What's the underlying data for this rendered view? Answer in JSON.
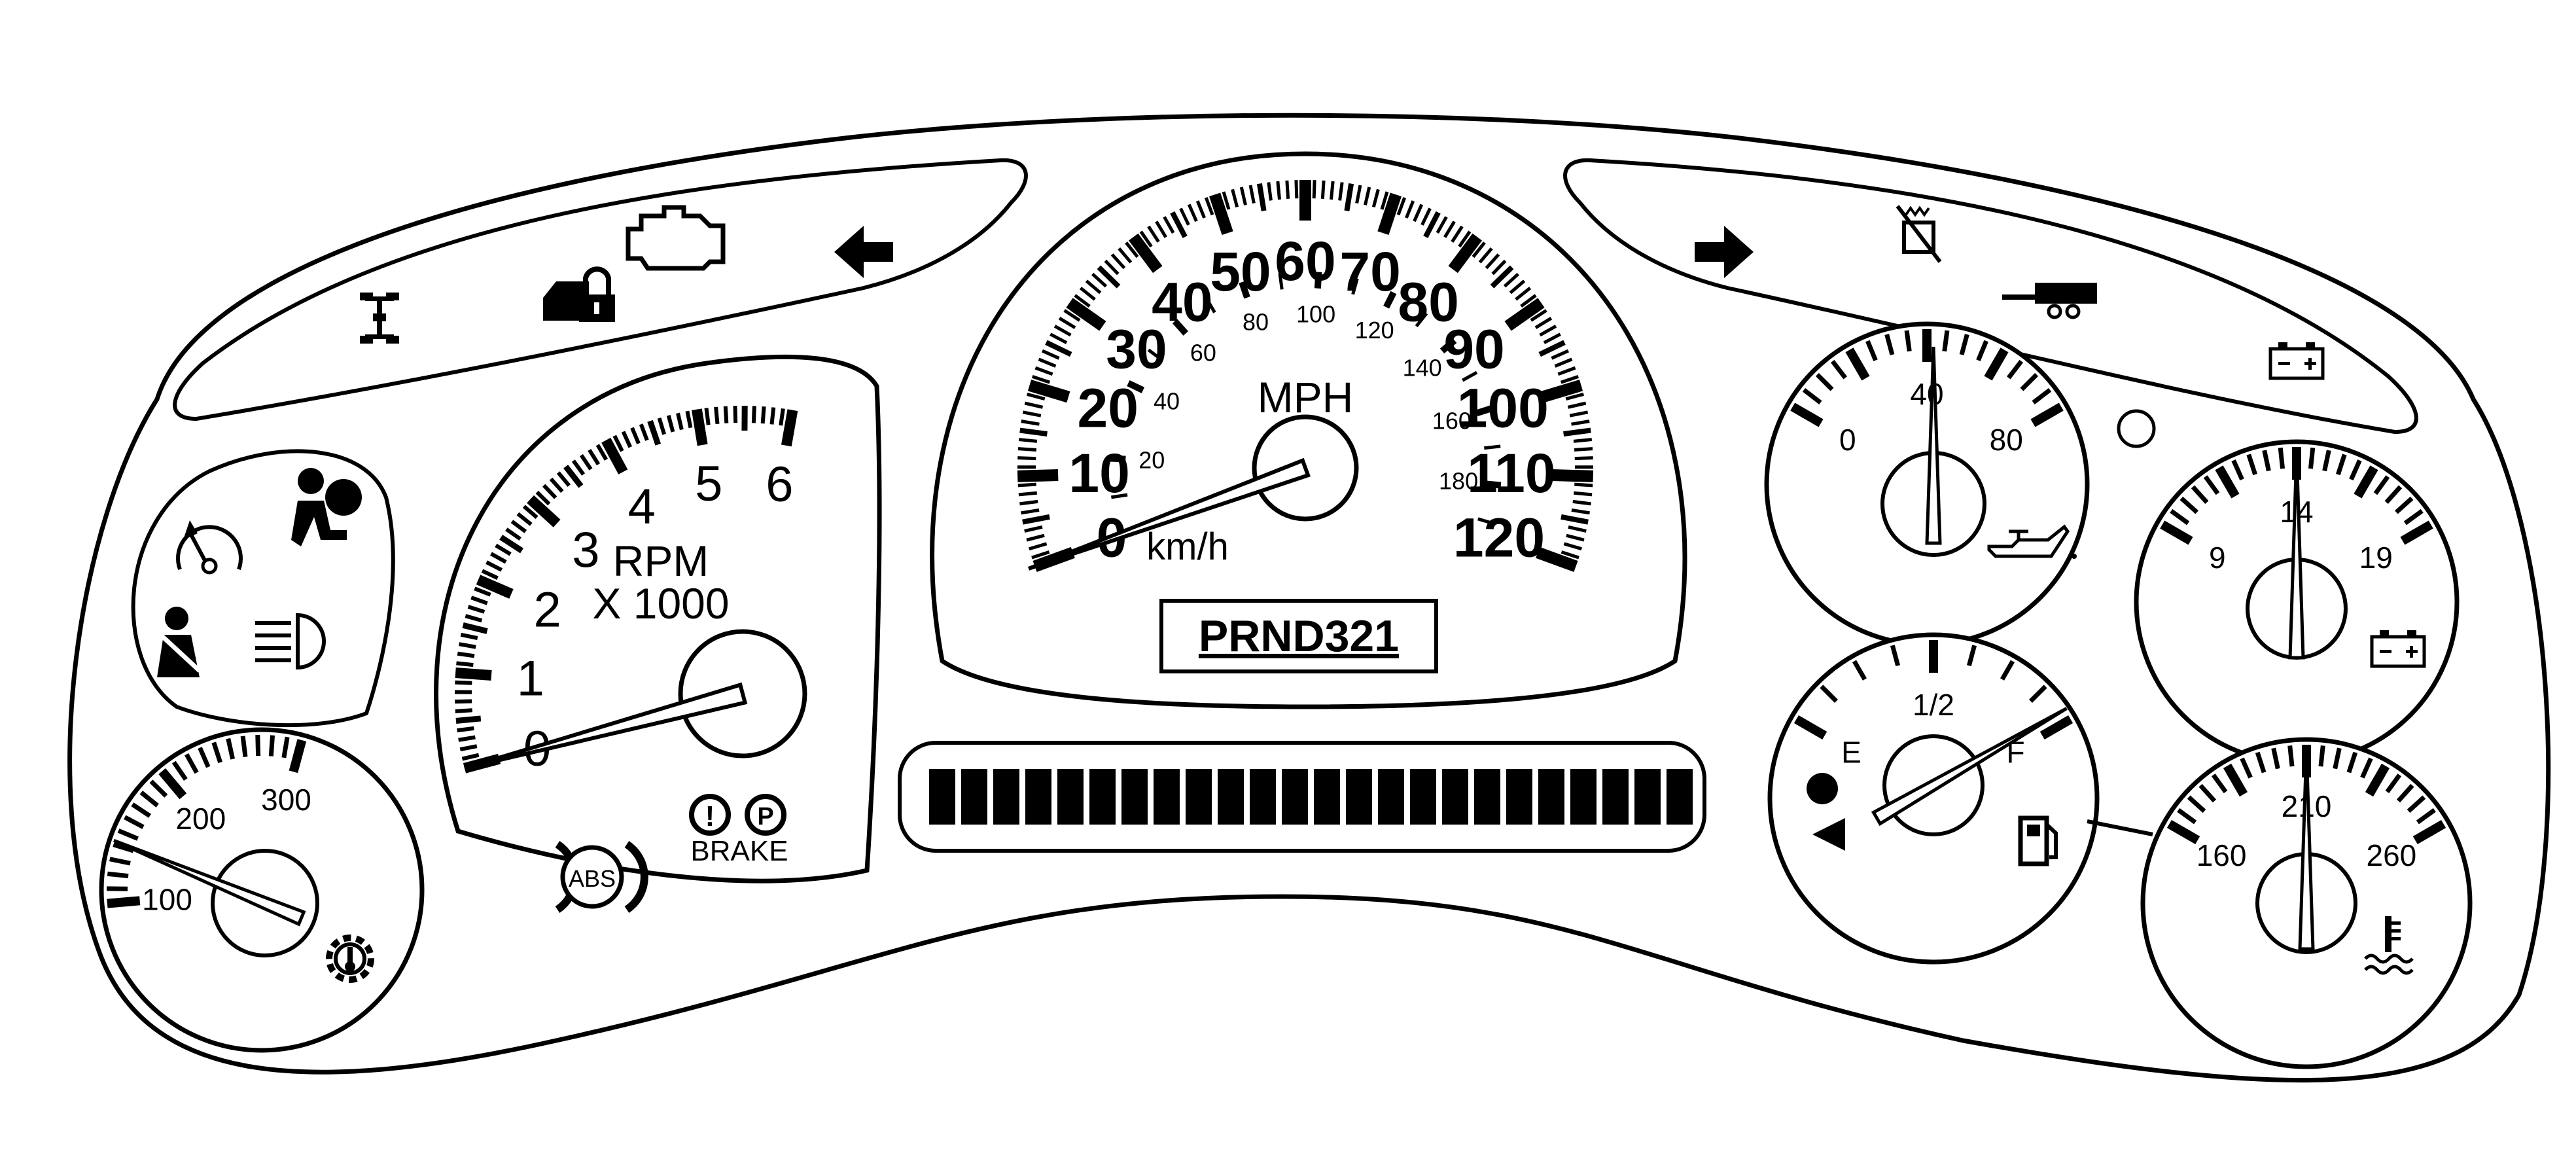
{
  "speedometer": {
    "unit_label": "MPH",
    "secondary_unit_label": "km/h",
    "mph_labels": [
      "0",
      "10",
      "20",
      "30",
      "40",
      "50",
      "60",
      "70",
      "80",
      "90",
      "100",
      "110",
      "120"
    ],
    "kmh_labels": [
      "20",
      "40",
      "60",
      "80",
      "100",
      "120",
      "140",
      "160",
      "180"
    ],
    "needle_value_mph": 0
  },
  "tachometer": {
    "unit_label": "RPM",
    "multiplier_label": "X 1000",
    "labels": [
      "0",
      "1",
      "2",
      "3",
      "4",
      "5",
      "6"
    ],
    "needle_value": 0
  },
  "gear_indicator": {
    "text": "PRND321"
  },
  "oil_pressure_gauge": {
    "labels": [
      "0",
      "40",
      "80"
    ],
    "needle_value": 40
  },
  "voltmeter": {
    "labels": [
      "9",
      "14",
      "19"
    ],
    "needle_value": 14
  },
  "fuel_gauge": {
    "labels": [
      "E",
      "1/2",
      "F"
    ],
    "needle_value": 1.0
  },
  "coolant_temp_gauge": {
    "labels": [
      "160",
      "210",
      "260"
    ],
    "needle_value": 210
  },
  "trans_temp_gauge": {
    "labels": [
      "100",
      "200",
      "300"
    ],
    "needle_value": 150
  },
  "warning_lights": {
    "abs_label": "ABS",
    "brake_label": "BRAKE",
    "brake_symbols": [
      "!",
      "P"
    ]
  },
  "icons": [
    "four-wheel-drive-icon",
    "security-lock-icon",
    "check-engine-icon",
    "left-turn-signal-icon",
    "right-turn-signal-icon",
    "service-throttle-icon",
    "trailer-icon",
    "battery-icon",
    "cruise-control-icon",
    "airbag-icon",
    "seatbelt-icon",
    "high-beam-icon",
    "trans-temp-icon",
    "oil-can-icon",
    "fuel-pump-icon",
    "coolant-temp-icon"
  ]
}
